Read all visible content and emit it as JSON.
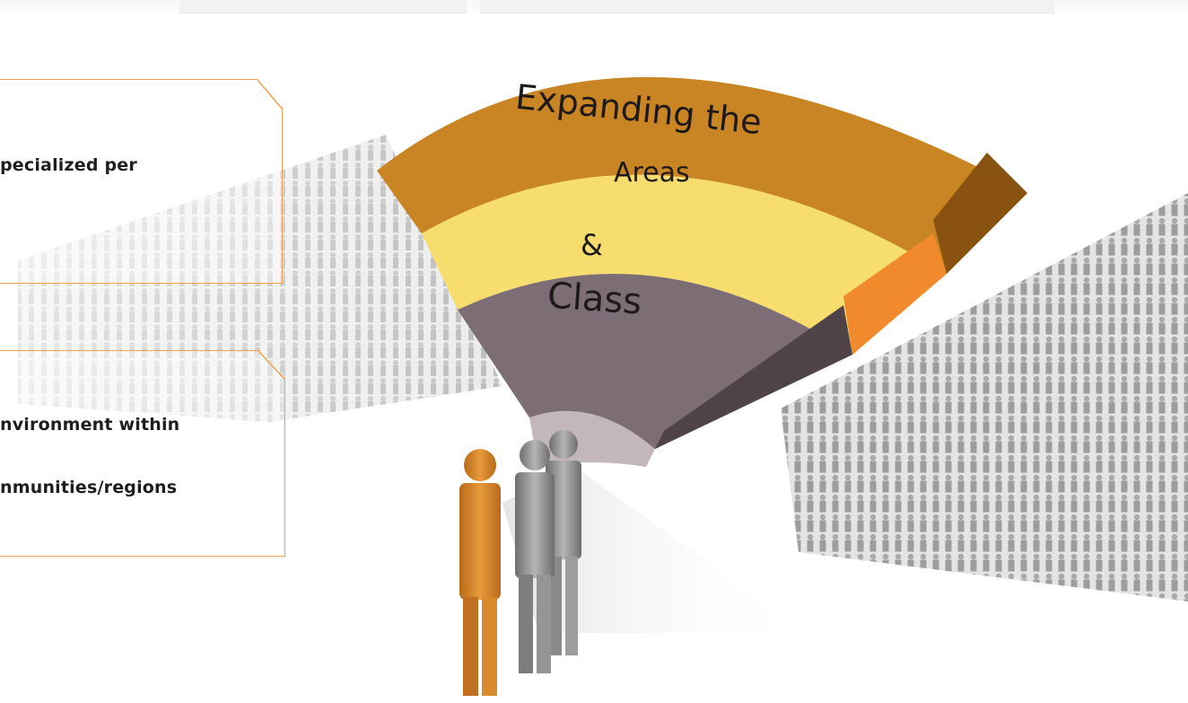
{
  "callouts": [
    {
      "text": "pecialized per"
    },
    {
      "line1": "nvironment within",
      "line2": "nmunities/regions"
    }
  ],
  "fan": {
    "title_line1": "Expanding the",
    "title_line2": "Areas",
    "ampersand": "&",
    "class_label": "Class"
  },
  "colors": {
    "accent_orange": "#e8a040",
    "band_yellow": "#f7dd6e",
    "band_brown": "#c98424",
    "band_gray": "#7d6d74",
    "person_orange": "#d98a2c",
    "person_gray": "#9a9a9a",
    "crowd_gray": "#b8b8b8"
  }
}
